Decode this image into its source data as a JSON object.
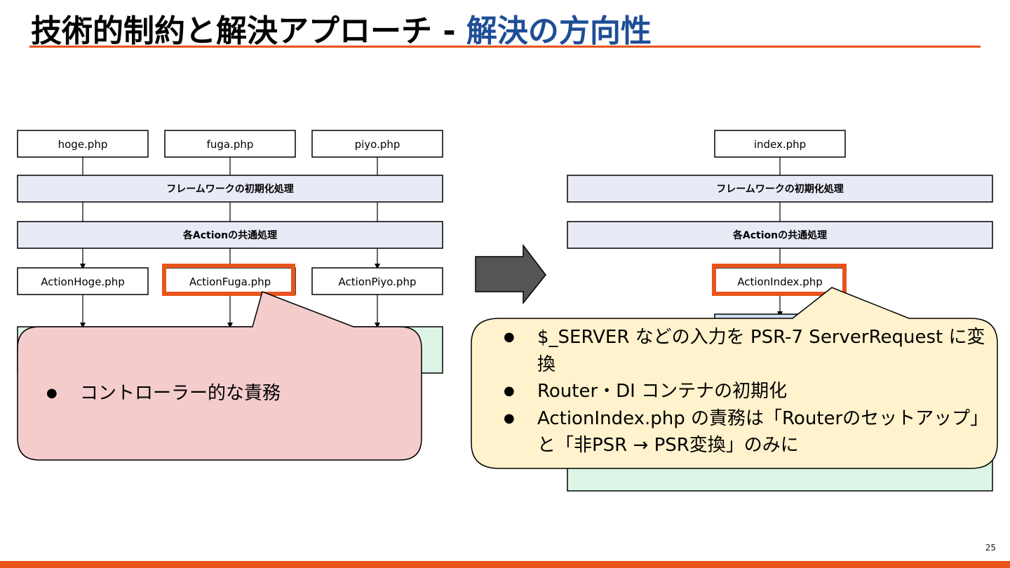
{
  "slide": {
    "title_main": "技術的制約と解決アプローチ - ",
    "title_accent": "解決の方向性",
    "page_number": "25"
  },
  "left_diagram": {
    "entry_files": [
      "hoge.php",
      "fuga.php",
      "piyo.php"
    ],
    "band_init": "フレームワークの初期化処理",
    "band_common": "各Actionの共通処理",
    "action_files": [
      "ActionHoge.php",
      "ActionFuga.php",
      "ActionPiyo.php"
    ],
    "highlighted_action": "ActionFuga.php"
  },
  "right_diagram": {
    "entry_file": "index.php",
    "band_init": "フレームワークの初期化処理",
    "band_common": "各Actionの共通処理",
    "action_file": "ActionIndex.php"
  },
  "callout_left": {
    "bullets": [
      "コントローラー的な責務"
    ]
  },
  "callout_right": {
    "bullets": [
      "$_SERVER などの入力を PSR-7 ServerRequest に変換",
      "Router・DI コンテナの初期化",
      "ActionIndex.php の責務は「Routerのセットアップ」と「非PSR → PSR変換」のみに"
    ]
  },
  "colors": {
    "accent_orange": "#e8541a",
    "title_blue": "#1f4e96",
    "band_fill": "#e8eaf6",
    "green_fill": "#dcf5e6",
    "pink_callout": "#f4cccc",
    "yellow_callout": "#fff2cc",
    "arrow_gray": "#555555"
  }
}
